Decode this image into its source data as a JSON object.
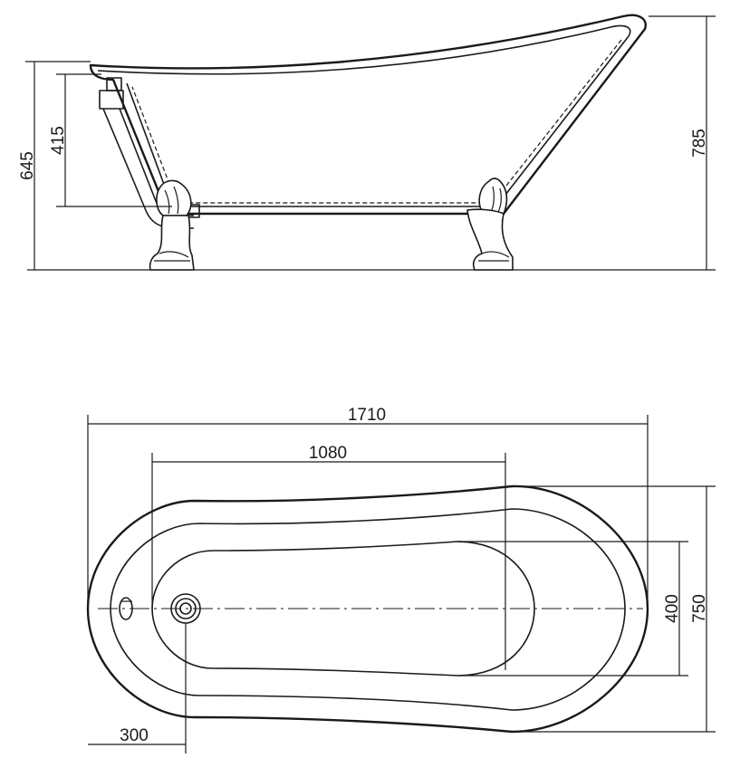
{
  "side_view": {
    "dimensions": {
      "total_height": "785",
      "bath_height": "645",
      "inner_depth": "415"
    }
  },
  "top_view": {
    "dimensions": {
      "length": "1710",
      "inner_length": "1080",
      "width": "750",
      "inner_width": "400",
      "drain_offset": "300"
    }
  }
}
